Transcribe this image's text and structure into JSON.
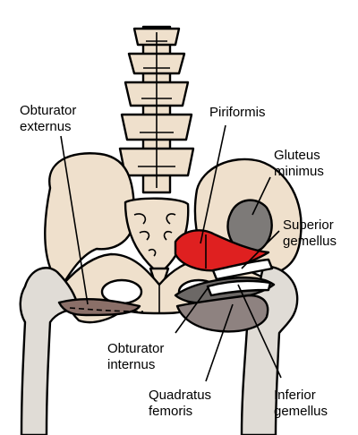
{
  "labels": {
    "obturator_externus": [
      "Obturator",
      "externus"
    ],
    "piriformis": [
      "Piriformis"
    ],
    "gluteus_minimus": [
      "Gluteus",
      "minimus"
    ],
    "superior_gemellus": [
      "Superior",
      "gemellus"
    ],
    "obturator_internus": [
      "Obturator",
      "internus"
    ],
    "quadratus_femoris": [
      "Quadratus",
      "femoris"
    ],
    "inferior_gemellus": [
      "Inferior",
      "gemellus"
    ]
  },
  "colors": {
    "bone": "#efe0cc",
    "femur": "#e0dcd6",
    "gluteus_minimus": "#7d7a78",
    "piriformis": "#df2020",
    "obturator_externus": "#8a6f68",
    "gemellus": "#ffffff",
    "quadratus_femoris": "#8e8280",
    "obturator_internus": "#6c6866"
  }
}
